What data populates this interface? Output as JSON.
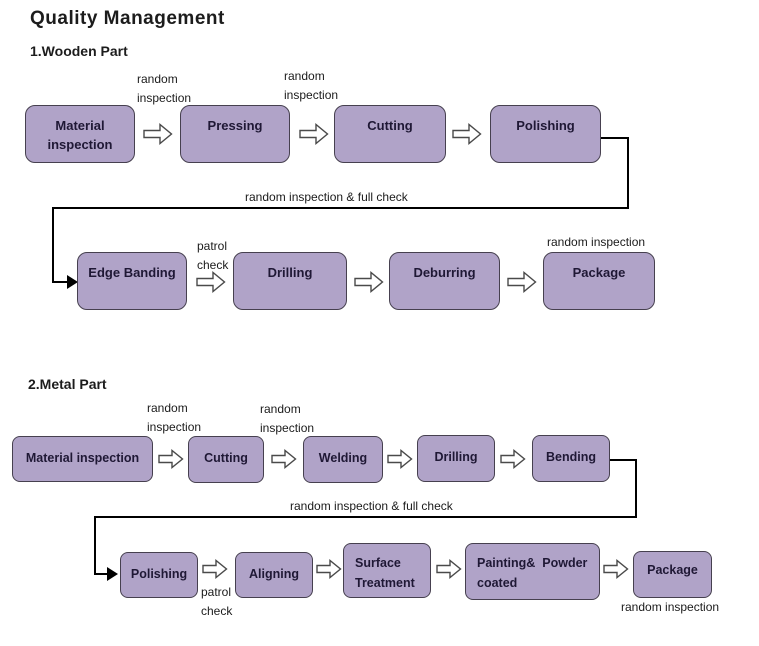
{
  "title": "Quality Management",
  "colors": {
    "box_fill": "#b0a3c8",
    "box_border": "#46404f",
    "box_text": "#1f1835",
    "line": "#000000"
  },
  "wooden": {
    "heading": "1.Wooden Part",
    "boxes": {
      "material_inspection": "Material inspection",
      "pressing": "Pressing",
      "cutting": "Cutting",
      "polishing": "Polishing",
      "edge_banding": "Edge Banding",
      "drilling": "Drilling",
      "deburring": "Deburring",
      "package": "Package"
    },
    "labels": {
      "random_inspection_1": "random inspection",
      "random_inspection_2": "random inspection",
      "random_full_check": "random inspection & full check",
      "patrol_check": "patrol check",
      "random_inspection_package": "random inspection"
    }
  },
  "metal": {
    "heading": "2.Metal Part",
    "boxes": {
      "material_inspection": "Material inspection",
      "cutting": "Cutting",
      "welding": "Welding",
      "drilling": "Drilling",
      "bending": "Bending",
      "polishing": "Polishing",
      "aligning": "Aligning",
      "surface_treatment": "Surface Treatment",
      "painting_powder_coated": "Painting&  Powder coated",
      "package": "Package"
    },
    "labels": {
      "random_inspection_1": "random inspection",
      "random_inspection_2": "random inspection",
      "random_full_check": "random inspection & full check",
      "patrol_check": "patrol check",
      "random_inspection_package": "random inspection"
    }
  }
}
